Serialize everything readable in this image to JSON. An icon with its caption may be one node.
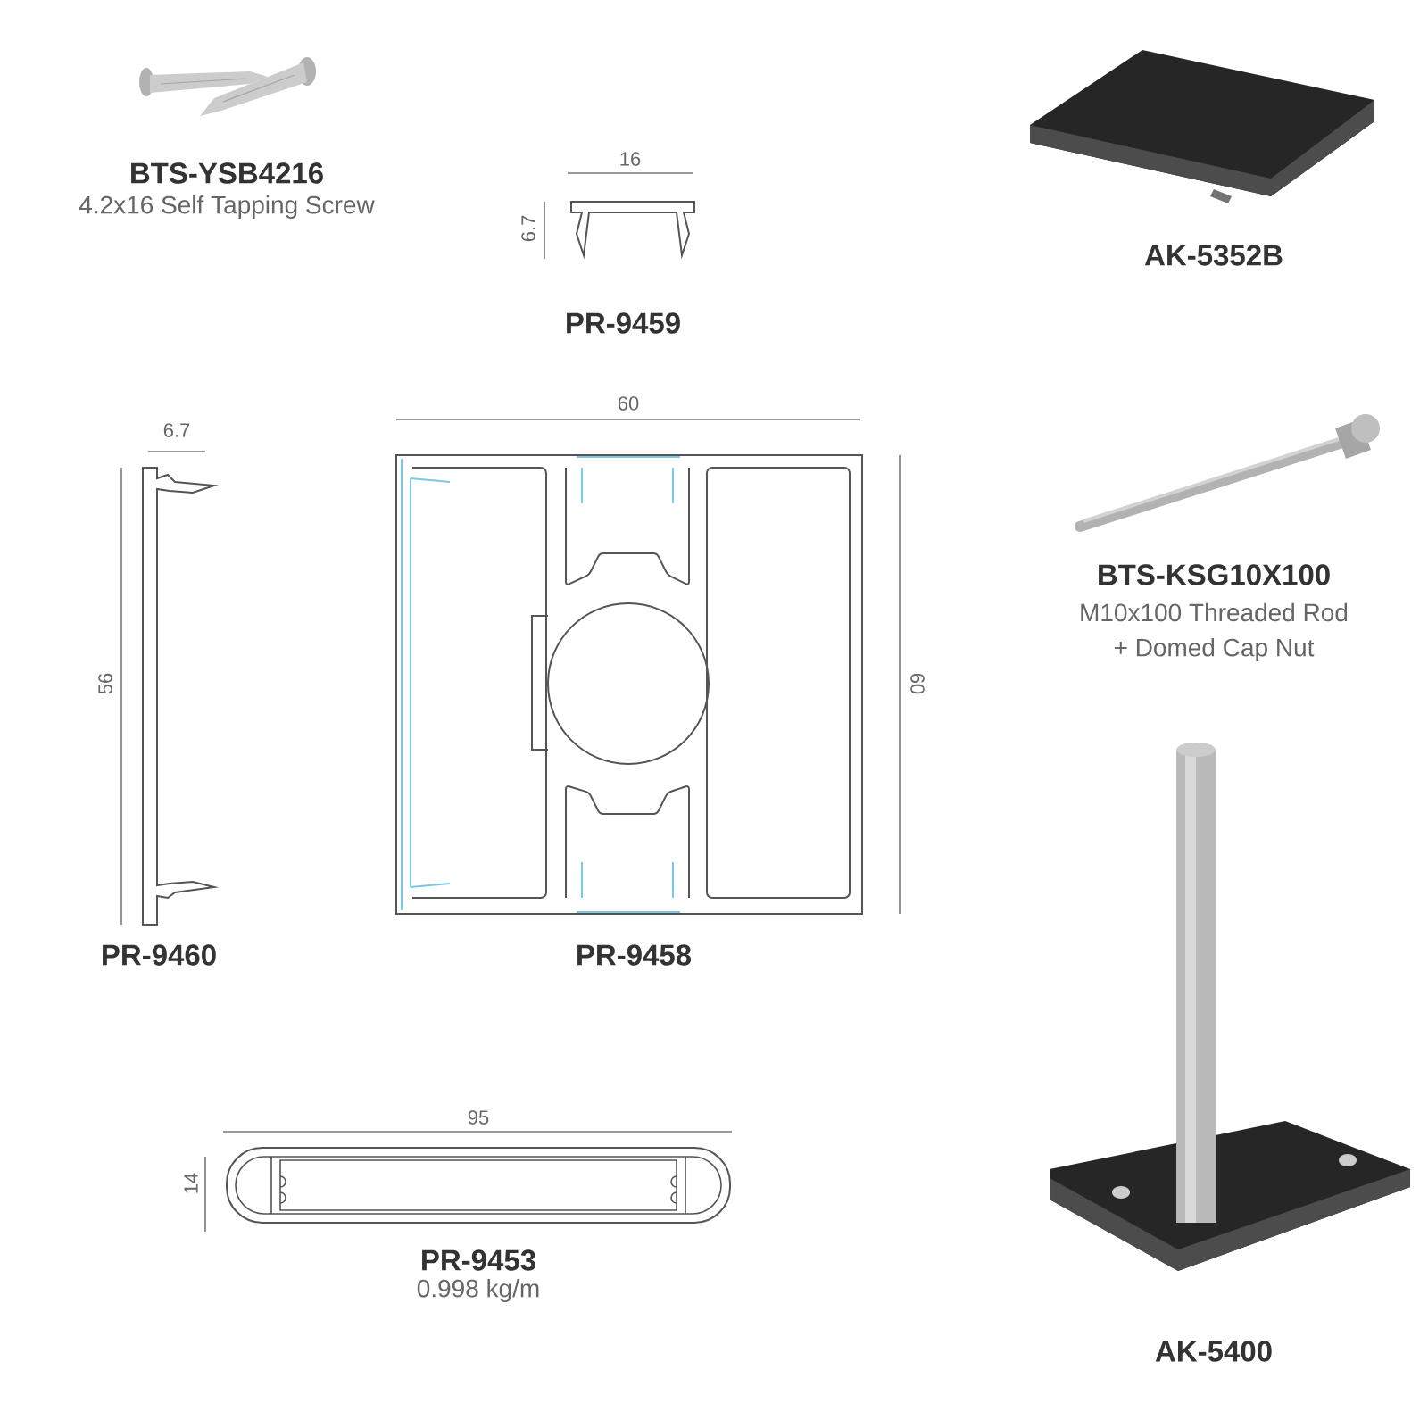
{
  "diagram": {
    "labels": [
      "BTS-YSB4216",
      "4.2x16 Self Tapping Screw",
      "16",
      "6.7",
      "PR-9459",
      "AK-5352B",
      "6.7",
      "60",
      "56",
      "60",
      "PR-9460",
      "PR-9458",
      "BTS-KSG10X100",
      "M10x100 Threaded Rod",
      "+ Domed Cap Nut",
      "95",
      "14",
      "PR-9453",
      "0.998 kg/m",
      "AK-5400"
    ]
  }
}
